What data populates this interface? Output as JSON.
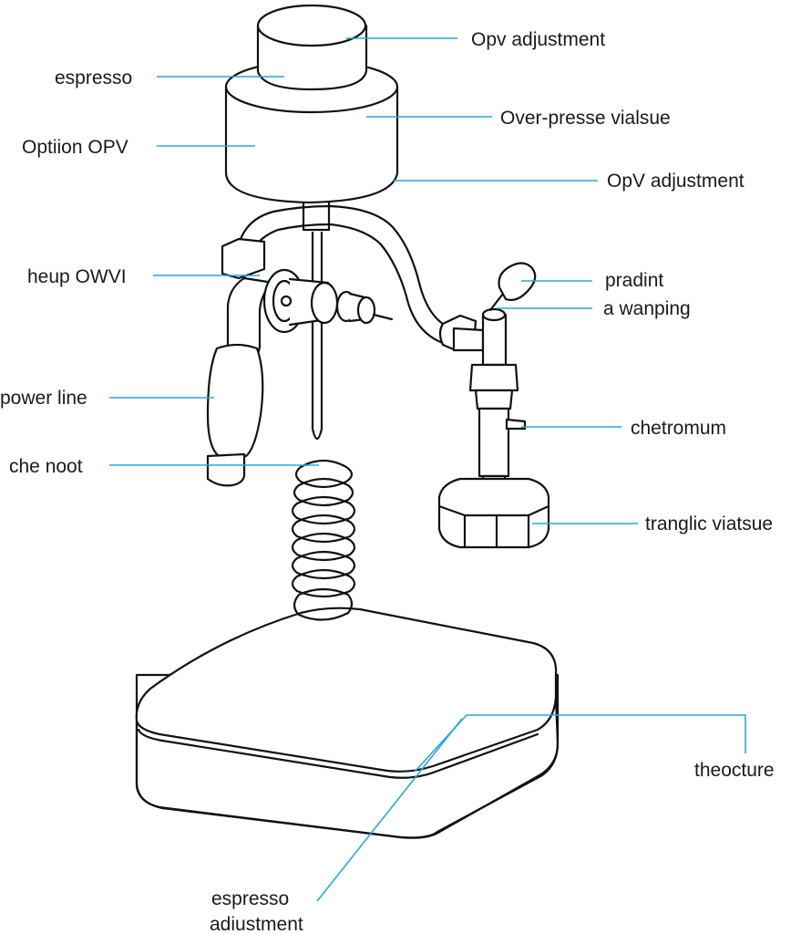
{
  "colors": {
    "leader": "#2aa6d9",
    "ink": "#111111",
    "background": "#ffffff"
  },
  "labels": {
    "opv_adjustment_top": "Opv adjustment",
    "espresso": "espresso",
    "over_pressure_valve": "Over-presse vialsue",
    "option_opv": "Optiion OPV",
    "opv_adjustment_mid": "OpV adjustment",
    "heup_owvi": "heup OWVI",
    "pradint": "pradint",
    "a_wanping": "a wanping",
    "power_line": "power line",
    "chetromum": "chetromum",
    "che_noot": "che noot",
    "tranglic_viatsue": "tranglic viatsue",
    "theocture": "theocture",
    "espresso_adjustment_1": "espresso",
    "espresso_adjustment_2": "adiustment"
  }
}
